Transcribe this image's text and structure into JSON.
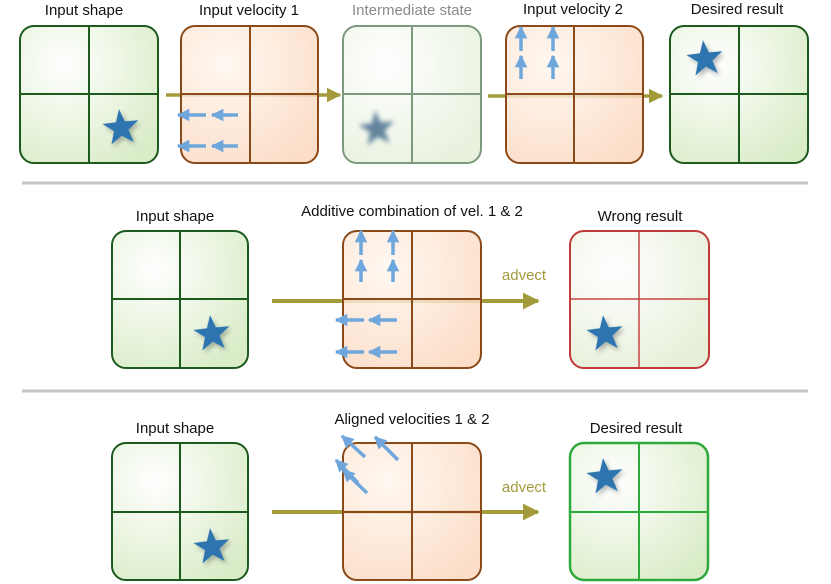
{
  "rows": [
    {
      "labels": [
        "Input shape",
        "Input velocity 1",
        "Intermediate state",
        "Input velocity 2",
        "Desired result"
      ]
    },
    {
      "labels": [
        "Input shape",
        "Additive combination of vel. 1 & 2",
        "Wrong result"
      ],
      "arrow_label": "advect"
    },
    {
      "labels": [
        "Input shape",
        "Aligned velocities 1 & 2",
        "Desired result"
      ],
      "arrow_label": "advect"
    }
  ],
  "colors": {
    "shape_border": "#1d5a1d",
    "velocity_border": "#8a4a1a",
    "intermediate_border": "#7e9a7e",
    "wrong_border": "#c0393b",
    "desired_border": "#2eaa3c",
    "flow_arrow": "#a39a3b",
    "velocity_arrow": "#6fa6dc",
    "star": "#2f74b0"
  }
}
